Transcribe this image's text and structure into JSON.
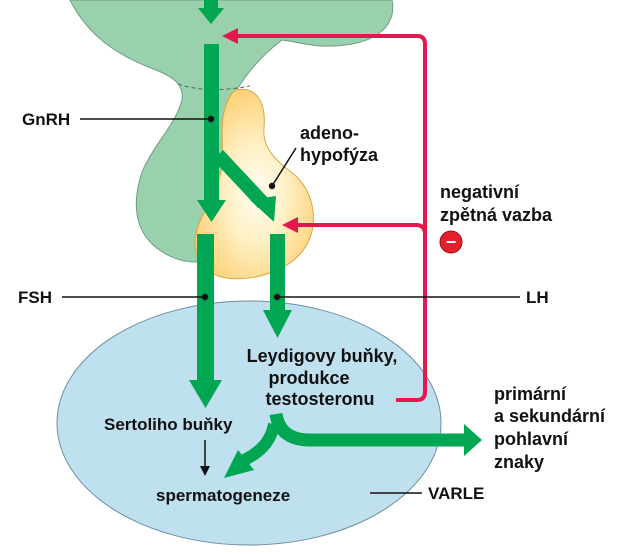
{
  "labels": {
    "gnrh": "GnRH",
    "adeno_line1": "adeno-",
    "adeno_line2": "hypofýza",
    "negative_line1": "negativní",
    "negative_line2": "zpětná vazba",
    "minus_sign": "−",
    "fsh": "FSH",
    "lh": "LH",
    "leydig_line1": "Leydigovy buňky,",
    "leydig_line2": "produkce",
    "leydig_line3": "testosteronu",
    "sertoli": "Sertoliho buňky",
    "spermatogenesis": "spermatogeneze",
    "testis": "VARLE",
    "secondary_line1": "primární",
    "secondary_line2": "a sekundární",
    "secondary_line3": "pohlavní",
    "secondary_line4": "znaky"
  },
  "colors": {
    "hypothalamus": "#99d1ad",
    "pituitary": "#fdd27a",
    "pituitary_glow": "#fffbe8",
    "testis": "#bfe0ef",
    "hormone_arrow": "#00a651",
    "feedback": "#e2184f",
    "leader_line": "#111111",
    "minus_badge": "#e3202b"
  }
}
